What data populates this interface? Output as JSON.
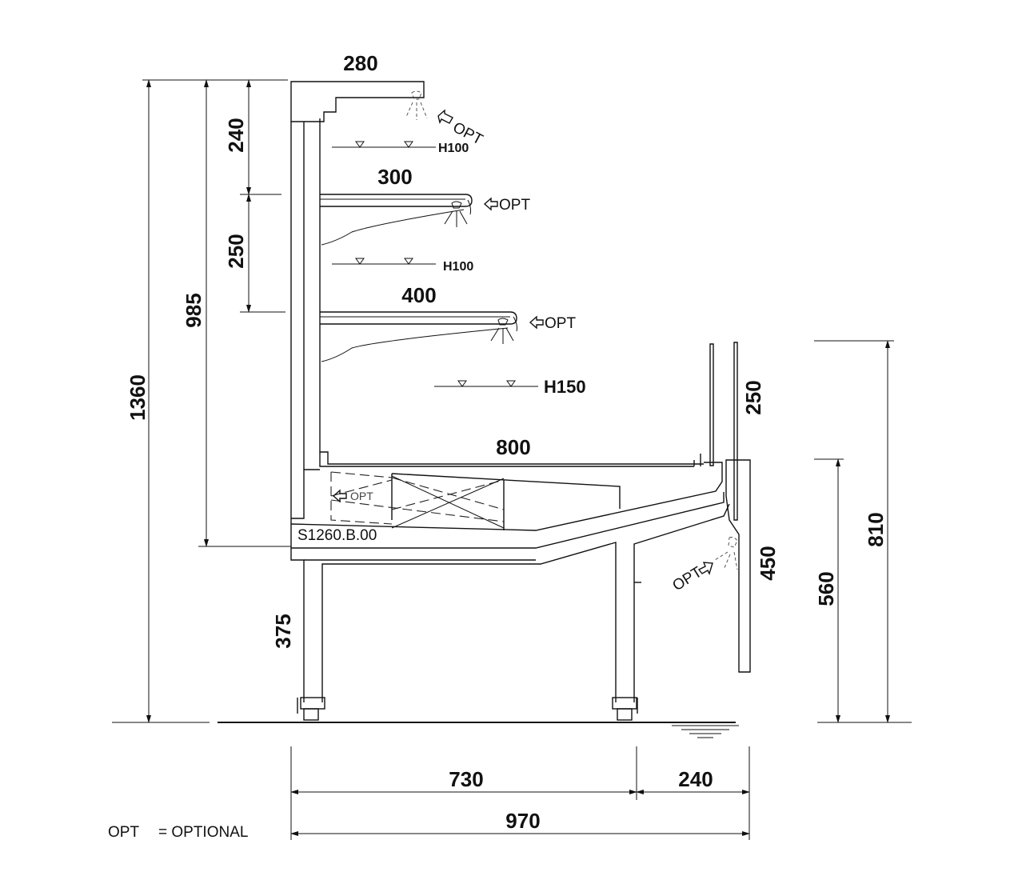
{
  "dimensions": {
    "top_width": "280",
    "total_height": "1360",
    "shelf_zone_height": "985",
    "top_gap": "240",
    "mid_gap": "250",
    "shelf_1_depth": "300",
    "shelf_2_depth": "400",
    "base_depth": "800",
    "leg_height": "375",
    "front_glass_height": "250",
    "front_panel_height": "450",
    "front_height_low": "560",
    "front_height_high": "810",
    "depth_main": "730",
    "depth_front": "240",
    "depth_total": "970"
  },
  "labels": {
    "h100_top": "H100",
    "h100_mid": "H100",
    "h150": "H150",
    "model": "S1260.B.00",
    "opt": "OPT",
    "opt_top": "OPT",
    "opt_shelf1": "OPT",
    "opt_shelf2": "OPT",
    "opt_base": "OPT",
    "opt_front": "OPT"
  },
  "legend": {
    "abbr": "OPT",
    "meaning": "= OPTIONAL"
  }
}
